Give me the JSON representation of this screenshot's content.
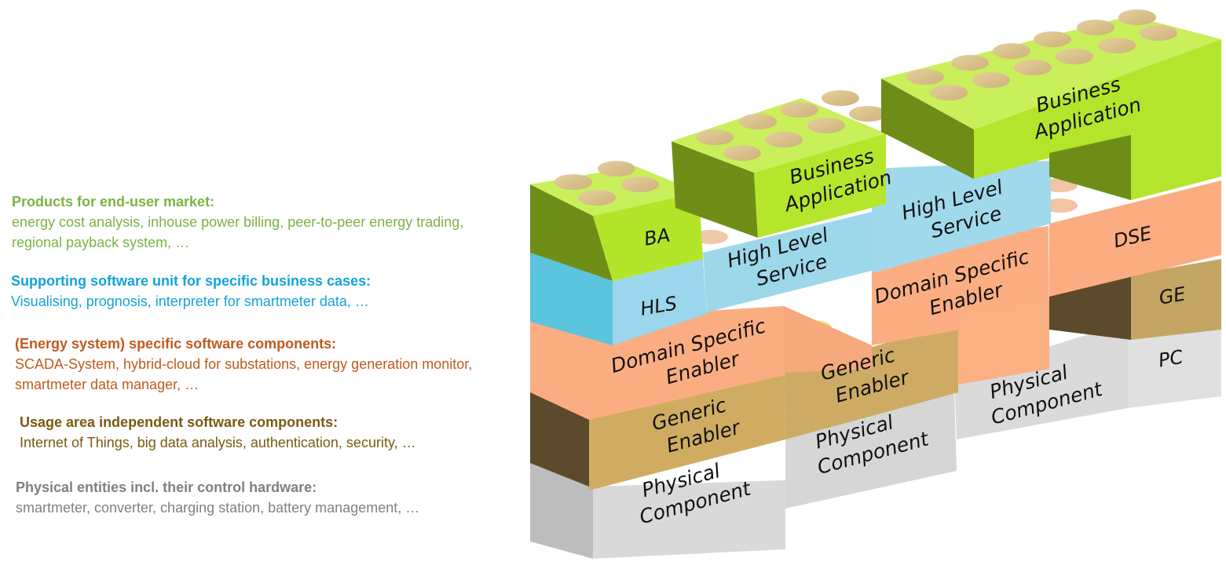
{
  "colors": {
    "green": "#7cb342",
    "blue": "#13a3d8",
    "orange": "#c05a1e",
    "brown": "#7a5a10",
    "gray": "#808080"
  },
  "legend": [
    {
      "heading": "Products for end-user market:",
      "description": "energy cost analysis, inhouse power billing, peer-to-peer energy trading, regional payback system, …"
    },
    {
      "heading": "Supporting software unit for specific business cases:",
      "description": "Visualising, prognosis, interpreter for smartmeter data, …"
    },
    {
      "heading": "(Energy system) specific software components:",
      "description": "SCADA-System, hybrid-cloud for substations, energy generation monitor, smartmeter data manager, …"
    },
    {
      "heading": "Usage area independent software components:",
      "description": "Internet of Things, big data analysis, authentication, security, …"
    },
    {
      "heading": "Physical entities incl. their control hardware:",
      "description": "smartmeter, converter, charging station, battery management, …"
    }
  ],
  "bricks": {
    "ba": "BA",
    "business_application_1": [
      "Business",
      "Application"
    ],
    "business_application_2": [
      "Business",
      "Application"
    ],
    "hls": "HLS",
    "high_level_service_1": [
      "High Level",
      "Service"
    ],
    "high_level_service_2": [
      "High Level",
      "Service"
    ],
    "dse": "DSE",
    "domain_specific_enabler_1": [
      "Domain Specific",
      "Enabler"
    ],
    "domain_specific_enabler_2": [
      "Domain Specific",
      "Enabler"
    ],
    "ge": "GE",
    "generic_enabler_1": [
      "Generic",
      "Enabler"
    ],
    "generic_enabler_2": [
      "Generic",
      "Enabler"
    ],
    "pc": "PC",
    "physical_component_1": [
      "Physical",
      "Component"
    ],
    "physical_component_2": [
      "Physical",
      "Component"
    ],
    "physical_component_3": [
      "Physical",
      "Component"
    ]
  }
}
